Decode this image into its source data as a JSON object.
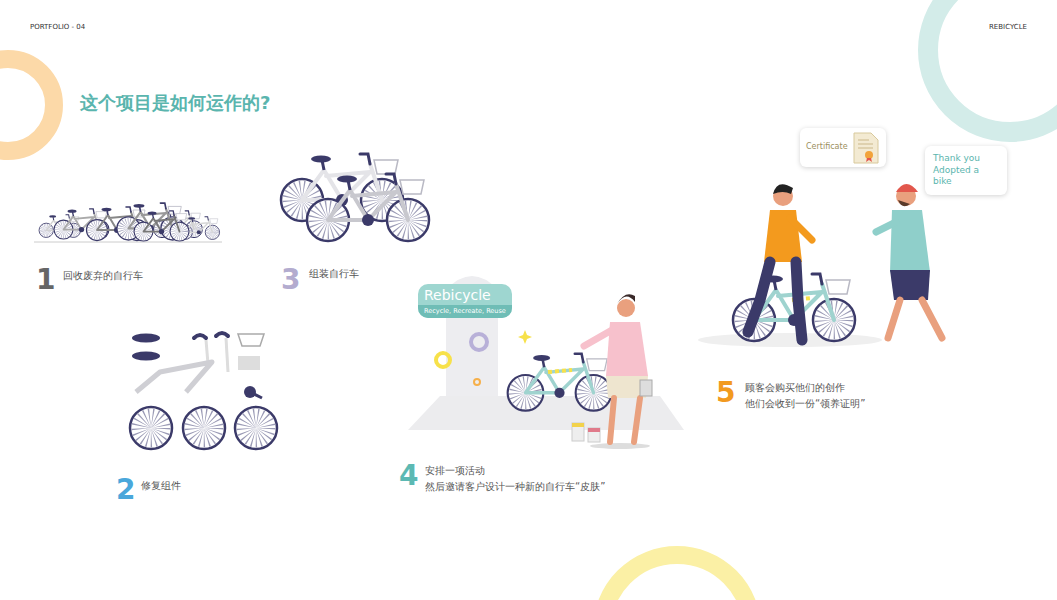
{
  "diagram": {
    "title": "这个项目是如何运作的?",
    "nodes": [
      {
        "text": [
          "Rebicycle",
          "Recycle, Recreate, Reuse"
        ]
      },
      {
        "text": [
          "Certificate"
        ]
      },
      {
        "text": [
          "Thank you Adopted a bike"
        ]
      }
    ],
    "labels": [
      "PORTFOLIO - 04",
      "REBICYCLE",
      "1",
      "回收废弃的自行车",
      "3",
      "组装自行车",
      "2",
      "修复组件",
      "4",
      "安排一项活动",
      "然后邀请客户设计一种新的自行车“皮肤”",
      "5",
      "顾客会购买他们的创作",
      "他们会收到一份“领养证明”"
    ]
  }
}
